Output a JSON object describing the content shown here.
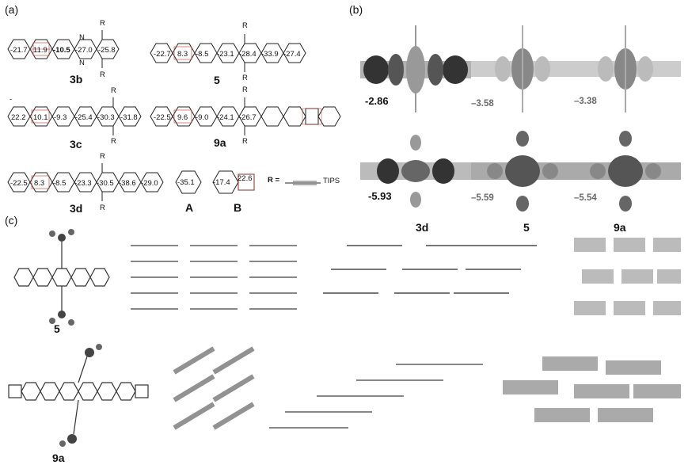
{
  "figure": {
    "panel_labels": {
      "a": "(a)",
      "b": "(b)",
      "c": "(c)"
    },
    "panel_a": {
      "compounds": {
        "3b": {
          "label": "3b",
          "values": [
            "-21.7",
            "11.9",
            "-10.5",
            "-27.0",
            "-25.8"
          ]
        },
        "5": {
          "label": "5",
          "values": [
            "-22.7",
            "8.3",
            "-8.5",
            "-23.1",
            "-28.4",
            "-33.9",
            "-27.4"
          ]
        },
        "3c": {
          "label": "3c",
          "values": [
            "22.2",
            "10.1",
            "-9.3",
            "-25.4",
            "-30.3",
            "-31.8"
          ]
        },
        "9a": {
          "label": "9a",
          "values": [
            "-22.5",
            "9.6",
            "-9.0",
            "-24.1",
            "-26.7"
          ]
        },
        "3d": {
          "label": "3d",
          "values": [
            "-22.5",
            "8.3",
            "-8.5",
            "-23.3",
            "-30.5",
            "-38.6",
            "-29.0"
          ]
        },
        "A": {
          "label": "A",
          "values": [
            "-35.1"
          ]
        },
        "B": {
          "label": "B",
          "values": [
            "-17.4",
            "22.6"
          ]
        }
      },
      "substituent_R": "R",
      "r_definition": {
        "label": "R =",
        "group": "TIPS"
      },
      "nitrogen": "N",
      "dash": "-"
    },
    "panel_b": {
      "columns": [
        "3d",
        "5",
        "9a"
      ],
      "lumo": [
        "-2.86",
        "–3.58",
        "–3.38"
      ],
      "homo": [
        "-5.93",
        "–5.59",
        "–5.54"
      ]
    },
    "panel_c": {
      "labels": [
        "5",
        "9a"
      ]
    }
  }
}
